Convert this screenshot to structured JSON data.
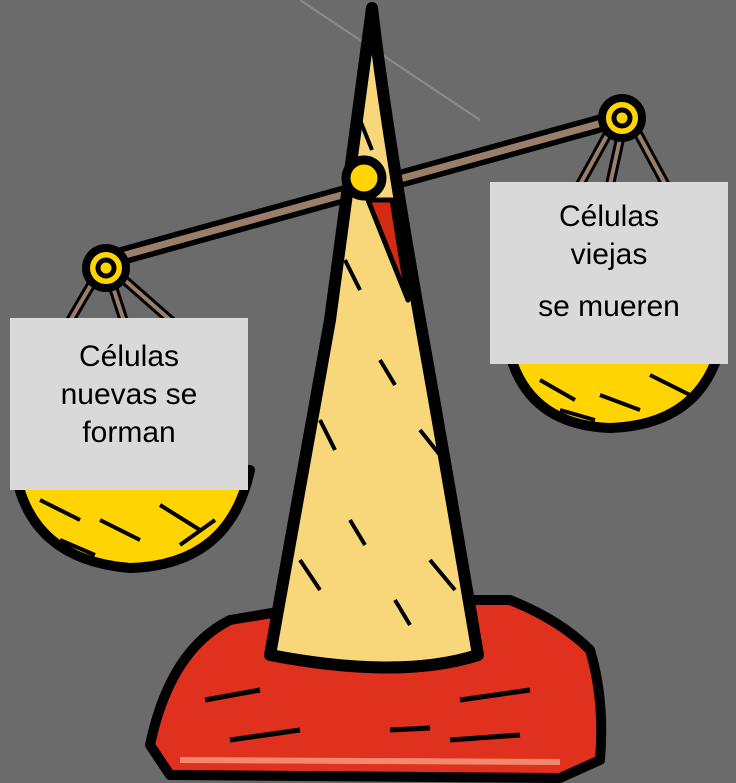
{
  "left_label": {
    "lines": [
      "Células",
      "nuevas se",
      "forman"
    ]
  },
  "right_label": {
    "lines": [
      "Células",
      "viejas",
      "se mueren"
    ]
  },
  "colors": {
    "background": "#6b6b6b",
    "outline": "#000000",
    "cone_fill": "#f7d77a",
    "pan_fill": "#ffd400",
    "base_fill": "#e0301e",
    "pointer": "#d42a12",
    "beam": "#9b7e6a",
    "label_bg": "#d9d9d9"
  },
  "icons": [
    "balance-scale-icon"
  ]
}
